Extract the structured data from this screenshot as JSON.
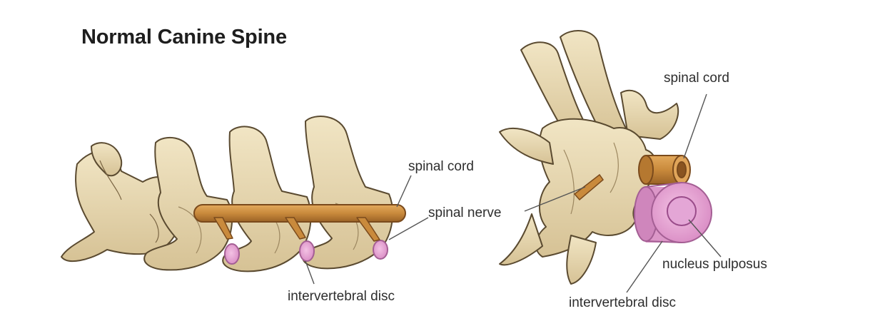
{
  "title": "Normal Canine Spine",
  "side_view": {
    "labels": {
      "spinal_cord": "spinal cord",
      "spinal_nerve": "spinal nerve",
      "intervertebral_disc": "intervertebral disc"
    }
  },
  "cross_section": {
    "labels": {
      "spinal_cord": "spinal cord",
      "nucleus_pulposus": "nucleus pulposus",
      "intervertebral_disc": "intervertebral disc"
    }
  },
  "colors": {
    "bone": "#e9d9b0",
    "bone_shade": "#c9b587",
    "bone_outline": "#5a4a30",
    "cord": "#c98a3c",
    "cord_dark": "#8a5420",
    "disc": "#e8a8d4",
    "disc_dark": "#b86aa5",
    "leader": "#555555"
  }
}
